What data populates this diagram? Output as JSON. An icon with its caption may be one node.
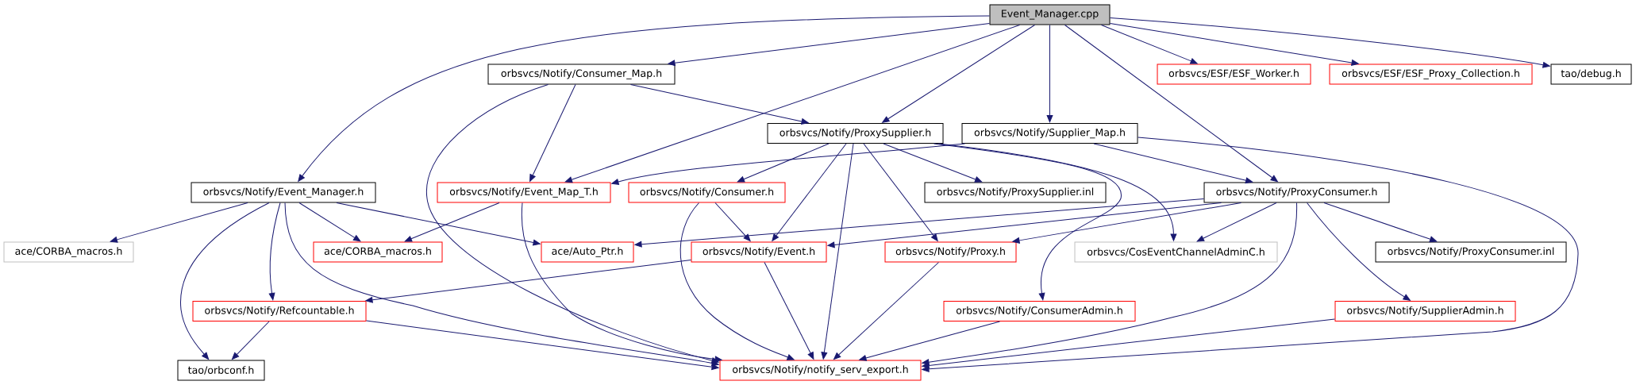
{
  "diagram": {
    "nodes": [
      {
        "text": [
          "Event_Manager.cpp"
        ]
      },
      {
        "text": [
          "orbsvcs/Notify/Consumer_Map.h"
        ]
      },
      {
        "text": [
          "orbsvcs/ESF/ESF_Worker.h"
        ]
      },
      {
        "text": [
          "orbsvcs/ESF/ESF_Proxy_Collection.h"
        ]
      },
      {
        "text": [
          "tao/debug.h"
        ]
      },
      {
        "text": [
          "orbsvcs/Notify/ProxySupplier.h"
        ]
      },
      {
        "text": [
          "orbsvcs/Notify/Supplier_Map.h"
        ]
      },
      {
        "text": [
          "orbsvcs/Notify/Event_Manager.h"
        ]
      },
      {
        "text": [
          "orbsvcs/Notify/Event_Map_T.h"
        ]
      },
      {
        "text": [
          "orbsvcs/Notify/Consumer.h"
        ]
      },
      {
        "text": [
          "orbsvcs/Notify/ProxySupplier.inl"
        ]
      },
      {
        "text": [
          "orbsvcs/Notify/ProxyConsumer.h"
        ]
      },
      {
        "text": [
          "ace/CORBA_macros.h"
        ]
      },
      {
        "text": [
          "ace/CORBA_macros.h"
        ]
      },
      {
        "text": [
          "ace/Auto_Ptr.h"
        ]
      },
      {
        "text": [
          "orbsvcs/Notify/Event.h"
        ]
      },
      {
        "text": [
          "orbsvcs/Notify/Proxy.h"
        ]
      },
      {
        "text": [
          "orbsvcs/CosEventChannelAdminC.h"
        ]
      },
      {
        "text": [
          "orbsvcs/Notify/ProxyConsumer.inl"
        ]
      },
      {
        "text": [
          "orbsvcs/Notify/Refcountable.h"
        ]
      },
      {
        "text": [
          "orbsvcs/Notify/ConsumerAdmin.h"
        ]
      },
      {
        "text": [
          "orbsvcs/Notify/SupplierAdmin.h"
        ]
      },
      {
        "text": [
          "tao/orbconf.h"
        ]
      },
      {
        "text": [
          "orbsvcs/Notify/notify_serv_export.h"
        ]
      }
    ],
    "edges": [
      {
        "from": 0,
        "to": 7,
        "arrow": "to"
      },
      {
        "from": 0,
        "to": 1,
        "arrow": "to"
      },
      {
        "from": 0,
        "to": 8,
        "arrow": "to"
      },
      {
        "from": 0,
        "to": 5,
        "arrow": "to"
      },
      {
        "from": 0,
        "to": 6,
        "arrow": "to"
      },
      {
        "from": 0,
        "to": 11,
        "arrow": "to"
      },
      {
        "from": 0,
        "to": 2,
        "arrow": "to"
      },
      {
        "from": 0,
        "to": 3,
        "arrow": "to"
      },
      {
        "from": 0,
        "to": 4,
        "arrow": "to"
      },
      {
        "from": 1,
        "to": 8,
        "arrow": "to"
      },
      {
        "from": 1,
        "to": 5,
        "arrow": "to"
      },
      {
        "from": 1,
        "to": 23,
        "arrow": "to"
      },
      {
        "from": 5,
        "to": 9,
        "arrow": "to"
      },
      {
        "from": 5,
        "to": 15,
        "arrow": "to"
      },
      {
        "from": 5,
        "to": 23,
        "arrow": "to"
      },
      {
        "from": 5,
        "to": 16,
        "arrow": "to"
      },
      {
        "from": 5,
        "to": 10,
        "arrow": "to"
      },
      {
        "from": 5,
        "to": 20,
        "arrow": "to"
      },
      {
        "from": 5,
        "to": 17,
        "arrow": "to"
      },
      {
        "from": 6,
        "to": 8,
        "arrow": "to"
      },
      {
        "from": 6,
        "to": 11,
        "arrow": "to"
      },
      {
        "from": 6,
        "to": 23,
        "arrow": "to"
      },
      {
        "from": 7,
        "to": 12,
        "arrow": "to"
      },
      {
        "from": 7,
        "to": 22,
        "arrow": "to"
      },
      {
        "from": 7,
        "to": 19,
        "arrow": "to"
      },
      {
        "from": 7,
        "to": 23,
        "arrow": "to"
      },
      {
        "from": 7,
        "to": 13,
        "arrow": "to"
      },
      {
        "from": 7,
        "to": 14,
        "arrow": "to"
      },
      {
        "from": 8,
        "to": 13,
        "arrow": "to"
      },
      {
        "from": 8,
        "to": 23,
        "arrow": "to"
      },
      {
        "from": 9,
        "to": 15,
        "arrow": "to"
      },
      {
        "from": 9,
        "to": 23,
        "arrow": "to"
      },
      {
        "from": 11,
        "to": 14,
        "arrow": "to"
      },
      {
        "from": 11,
        "to": 15,
        "arrow": "to"
      },
      {
        "from": 11,
        "to": 16,
        "arrow": "to"
      },
      {
        "from": 11,
        "to": 17,
        "arrow": "to"
      },
      {
        "from": 11,
        "to": 18,
        "arrow": "to"
      },
      {
        "from": 11,
        "to": 21,
        "arrow": "to"
      },
      {
        "from": 11,
        "to": 23,
        "arrow": "to"
      },
      {
        "from": 15,
        "to": 19,
        "arrow": "to"
      },
      {
        "from": 15,
        "to": 23,
        "arrow": "to"
      },
      {
        "from": 16,
        "to": 23,
        "arrow": "to"
      },
      {
        "from": 19,
        "to": 22,
        "arrow": "to"
      },
      {
        "from": 19,
        "to": 23,
        "arrow": "to"
      },
      {
        "from": 20,
        "to": 23,
        "arrow": "to"
      },
      {
        "from": 21,
        "to": 23,
        "arrow": "to"
      }
    ]
  }
}
